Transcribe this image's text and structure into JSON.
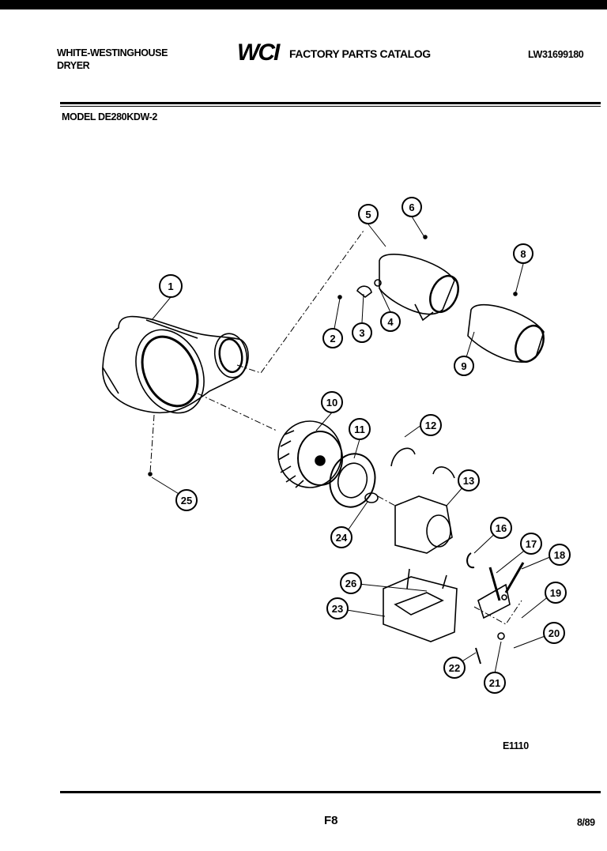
{
  "header": {
    "brand_line1": "WHITE-WESTINGHOUSE",
    "brand_line2": "DRYER",
    "logo": "WCI",
    "catalog_title": "FACTORY PARTS CATALOG",
    "catalog_number": "LW31699180",
    "model": "MODEL DE280KDW-2"
  },
  "diagram": {
    "figure_code": "E1110",
    "callouts": [
      "1",
      "2",
      "3",
      "4",
      "5",
      "6",
      "8",
      "9",
      "10",
      "11",
      "12",
      "13",
      "16",
      "17",
      "18",
      "19",
      "20",
      "21",
      "22",
      "23",
      "24",
      "25",
      "26"
    ]
  },
  "footer": {
    "page": "F8",
    "date": "8/89"
  }
}
